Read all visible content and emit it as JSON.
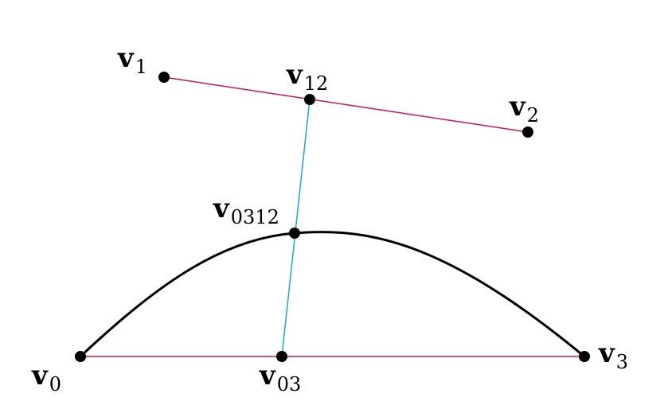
{
  "diagram": {
    "colors": {
      "background": "#ffffff",
      "control_segment": "#c2185b",
      "midpoint_segment": "#1aa6d6",
      "curve": "#000000",
      "point": "#000000"
    },
    "points": {
      "v0": {
        "base": "v",
        "sub": "0"
      },
      "v1": {
        "base": "v",
        "sub": "1"
      },
      "v2": {
        "base": "v",
        "sub": "2"
      },
      "v3": {
        "base": "v",
        "sub": "3"
      },
      "v12": {
        "base": "v",
        "sub": "12"
      },
      "v03": {
        "base": "v",
        "sub": "03"
      },
      "v0312": {
        "base": "v",
        "sub": "0312"
      }
    }
  }
}
